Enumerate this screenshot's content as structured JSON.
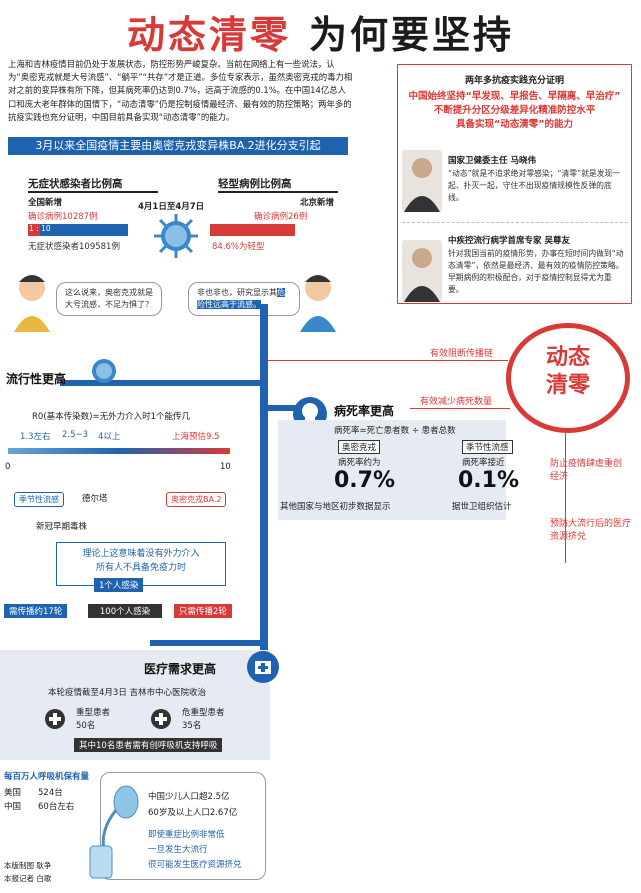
{
  "title_red": "动态清零",
  "title_black": "为何要坚持",
  "intro": "上海和吉林疫情目前仍处于发展状态，防控形势严峻复杂。当前在网络上有一些说法，认为“奥密克戎就是大号流感”、“躺平”“共存”才是正道。多位专家表示，虽然奥密克戎的毒力相对之前的变异株有所下降，但其病死率仍达到0.7%，远高于流感的0.1%。在中国14亿总人口和庞大老年群体的国情下，“动态清零”仍是控制疫情最经济、最有效的防控策略；两年多的抗疫实践也充分证明，中国目前具备实现“动态清零”的能力。",
  "band": "3月以来全国疫情主要由奥密克戎变异株BA.2进化分支引起",
  "asym": {
    "title": "无症状感染者比例高",
    "region": "全国新增",
    "confirmed": "确诊病例10287例",
    "ratio": "1 : 10",
    "asym": "无症状感染者109581例"
  },
  "date_range": "4月1日至4月7日",
  "mild": {
    "title": "轻型病例比例高",
    "region": "北京新增",
    "confirmed": "确诊病例26例",
    "pct": "84.6%为轻型",
    "pct_value": 84.6
  },
  "expert_box": {
    "h": "两年多抗疫实践充分证明",
    "l1": "中国始终坚持“早发现、早报告、早隔离、早治疗”",
    "l2": "不断提升分区分级差异化精准防控水平",
    "l3": "具备实现“动态清零”的能力"
  },
  "expert1": {
    "name": "国家卫健委主任  马晓伟",
    "quote": "“动态”就是不追求绝对零感染；“清零”就是发现一起、扑灭一起，守住不出现疫情规模性反弹的底线。"
  },
  "expert2": {
    "name": "中疾控流行病学首席专家  吴尊友",
    "quote": "针对我国当前的疫情形势，办事在短时间内做到“动态清零”，依然是最经济、最有效的疫情防控策略。早期病例的积极配合，对于疫情控制显得尤为重要。"
  },
  "bubble_left": "这么说来，奥密克戎就是大号流感，不足为惧了？",
  "bubble_right_a": "非也非也，研究显示其",
  "bubble_right_b": "危险性远高于流感。",
  "oval": {
    "l1": "动态",
    "l2": "清零"
  },
  "arrows": {
    "a1": "有效阻断传播链",
    "a2": "有效减少病死数量",
    "a3": "防止疫情肆虐重创经济",
    "a4": "预防大流行后的医疗资源挤兑"
  },
  "spread": {
    "title": "流行性更高",
    "r0": "R0(基本传染数)=无外力介入时1个能传几",
    "t1": "1.3左右",
    "t2": "2.5~3",
    "t3": "4以上",
    "t4": "上海预估9.5",
    "axis_min": "0",
    "axis_max": "10",
    "l1": "季节性流感",
    "l2": "德尔塔",
    "l3": "新冠早期毒株",
    "l4": "奥密克戎BA.2",
    "theory1": "理论上这意味着没有外力介入",
    "theory2": "所有人不具备免疫力时",
    "one": "1个人感染",
    "s1": "需传播约17轮",
    "s2": "100个人感染",
    "s3": "只需传播2轮"
  },
  "death": {
    "title": "病死率更高",
    "formula": "病死率=死亡患者数 ÷ 患者总数",
    "o_lbl": "奥密克戎",
    "o_sub": "病死率约为",
    "o_val": "0.7%",
    "o_note": "其他国家与地区初步数据显示",
    "f_lbl": "季节性流感",
    "f_sub": "病死率接近",
    "f_val": "0.1%",
    "f_note": "据世卫组织估计"
  },
  "medical": {
    "title": "医疗需求更高",
    "line": "本轮疫情截至4月3日  吉林市中心医院收治",
    "heavy": "重型患者",
    "heavy_n": "50名",
    "crit": "危重型患者",
    "crit_n": "35名",
    "note": "其中10名患者需有创呼吸机支持呼吸"
  },
  "vent": {
    "title": "每百万人呼吸机保有量",
    "us": "美国",
    "us_v": "524台",
    "cn": "中国",
    "cn_v": "60台左右",
    "p1": "中国少儿人口超2.5亿",
    "p2": "60岁及以上人口2.67亿",
    "w1": "即使重症比例非常低",
    "w2": "一旦发生大流行",
    "w3": "很可能发生医疗资源挤兑"
  },
  "credits": {
    "c1": "本版制图  耿争",
    "c2": "本报记者  白歌"
  },
  "colors": {
    "red": "#d83a37",
    "blue": "#1f63b0"
  }
}
